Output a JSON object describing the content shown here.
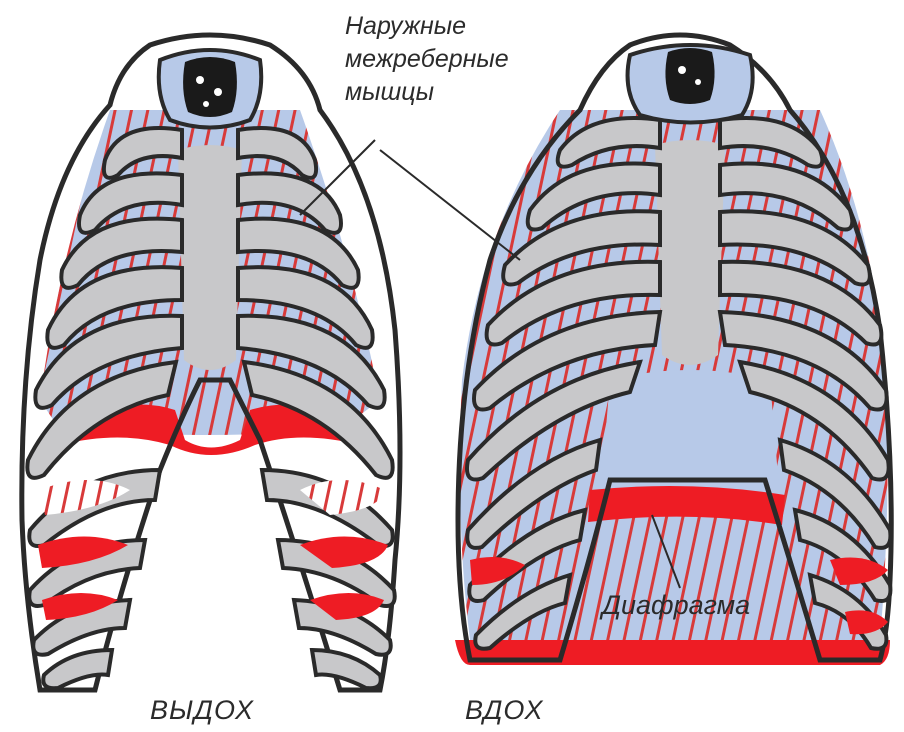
{
  "labels": {
    "muscles_line1": "Наружные",
    "muscles_line2": "межреберные",
    "muscles_line3": "мышцы",
    "diaphragm": "Диафрагма",
    "exhale": "ВЫДОХ",
    "inhale": "ВДОХ"
  },
  "colors": {
    "bone": "#c8c8ca",
    "outline": "#2a2a2a",
    "lung": "#b7c9e8",
    "muscle": "#d83a3a",
    "diaphragm": "#ee1c24",
    "vertebra": "#1a1a1a"
  }
}
